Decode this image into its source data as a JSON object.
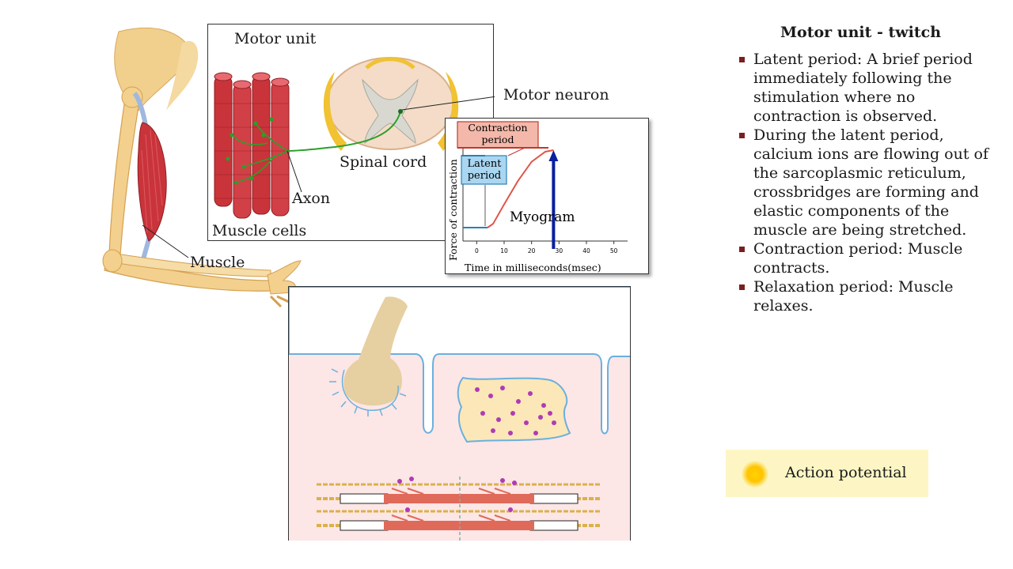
{
  "motor_unit": {
    "title": "Motor unit",
    "motor_neuron": "Motor neuron",
    "spinal_cord": "Spinal cord",
    "axon": "Axon",
    "muscle_cells": "Muscle cells"
  },
  "arm": {
    "muscle_label": "Muscle"
  },
  "myogram": {
    "contraction_period": "Contraction period",
    "latent_period": "Latent period",
    "title": "Myogram",
    "ylabel": "Force of contraction",
    "xlabel": "Time in milliseconds(msec)",
    "ticks": [
      "0",
      "10",
      "20",
      "30",
      "40",
      "50"
    ]
  },
  "chart_data": {
    "type": "line",
    "title": "Myogram",
    "xlabel": "Time in milliseconds(msec)",
    "ylabel": "Force of contraction",
    "xlim": [
      -5,
      55
    ],
    "x": [
      -5,
      0,
      4,
      6,
      10,
      15,
      20,
      25,
      28
    ],
    "y": [
      0,
      0,
      0,
      0.05,
      0.3,
      0.6,
      0.85,
      0.98,
      1.0
    ],
    "annotations": [
      "Contraction period",
      "Latent period"
    ],
    "stimulus_arrow_x": 28
  },
  "panel": {
    "title": "Motor unit - twitch",
    "bullets": [
      "Latent period: A brief period immediately following the stimulation where no contraction is observed.",
      "During the latent period, calcium ions are flowing out of the sarcoplasmic reticulum, crossbridges are forming and elastic components of the muscle are being stretched.",
      "Contraction period: Muscle contracts.",
      "Relaxation period: Muscle relaxes."
    ]
  },
  "legend": {
    "action_potential": "Action potential"
  },
  "colors": {
    "muscle_red": "#c9343a",
    "bone": "#eec77f",
    "nerve_green": "#2aa02a",
    "membrane_blue": "#5aa9d6",
    "cell_pink": "#fde6e6",
    "arrow_blue": "#0a1f9e"
  }
}
